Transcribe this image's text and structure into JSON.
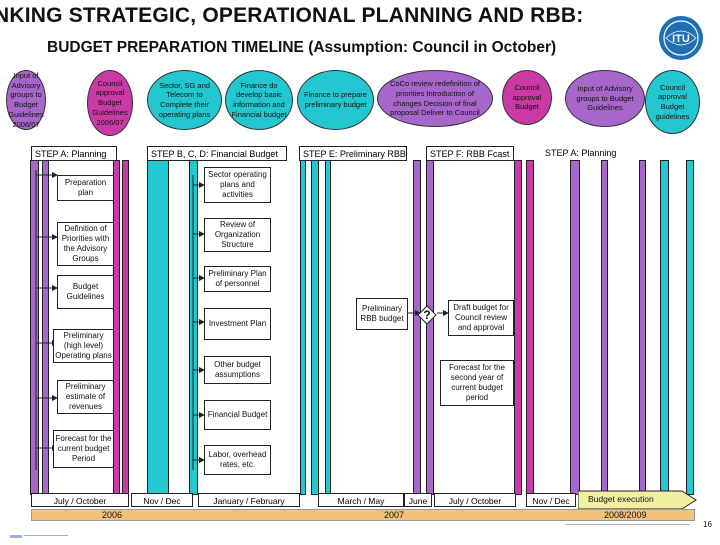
{
  "header": {
    "title": "NKING STRATEGIC, OPERATIONAL PLANNING AND RBB:",
    "subtitle": "BUDGET PREPARATION TIMELINE (Assumption: Council in October)",
    "logo_text": "ITU"
  },
  "ovals": [
    {
      "text": "Input of Advisory groups to Budget Guidelines 2006/07",
      "color": "#a766c9"
    },
    {
      "text": "Council approval Budget Guidelines 2006/07",
      "color": "#c93aa6"
    },
    {
      "text": "Sector, SG and Telecom to Complete their operating plans",
      "color": "#22c7d0"
    },
    {
      "text": "Finance do develop basic information and Financial budget",
      "color": "#22c7d0"
    },
    {
      "text": "Finance to prepare preliminary budget",
      "color": "#22c7d0"
    },
    {
      "text": "CoCo review redefinition of priorities Introduction of changes Decision of final proposal Deliver to Council",
      "color": "#a766c9"
    },
    {
      "text": "Council approval Budget",
      "color": "#c93aa6"
    },
    {
      "text": "Input of Advisory groups to Budget Guidelines",
      "color": "#a766c9"
    },
    {
      "text": "Council approval Budget guidelines",
      "color": "#22c7d0"
    }
  ],
  "steps": {
    "a": "STEP A: Planning",
    "bcd": "STEP B, C, D: Financial Budget",
    "e": "STEP E: Preliminary RBB",
    "f": "STEP F: RBB Fcast",
    "a2": "STEP A: Planning"
  },
  "boxes": {
    "prep_plan": "Preparation plan",
    "def_priorities": "Definition of Priorities with the Advisory Groups",
    "budget_guidelines": "Budget Guidelines",
    "prelim_operating": "Preliminary (high level) Operating plans",
    "prelim_revenues": "Preliminary estimate of revenues",
    "forecast_current": "Forecast for the current budget Period",
    "sector_plans": "Sector operating plans and activities",
    "review_org": "Review of Organization Structure",
    "prelim_personnel": "Preliminary Plan of personnel",
    "investment_plan": "Investment Plan",
    "other_assumptions": "Other budget assumptions",
    "financial_budget": "Financial Budget",
    "labor_rates": "Labor, overhead rates, etc.",
    "prelim_rbb": "Preliminary RBB budget",
    "question": "?",
    "draft_budget": "Draft budget for Council review and approval",
    "forecast_second": "Forecast for the second year of current budget period"
  },
  "timeline": {
    "periods": [
      "July / October",
      "Nov / Dec",
      "January / February",
      "March / May",
      "June",
      "July / October",
      "Nov / Dec"
    ],
    "years": [
      "2006",
      "2007",
      "2008/2009"
    ],
    "budget_execution": "Budget execution"
  },
  "footer": {
    "page_number": "16"
  }
}
